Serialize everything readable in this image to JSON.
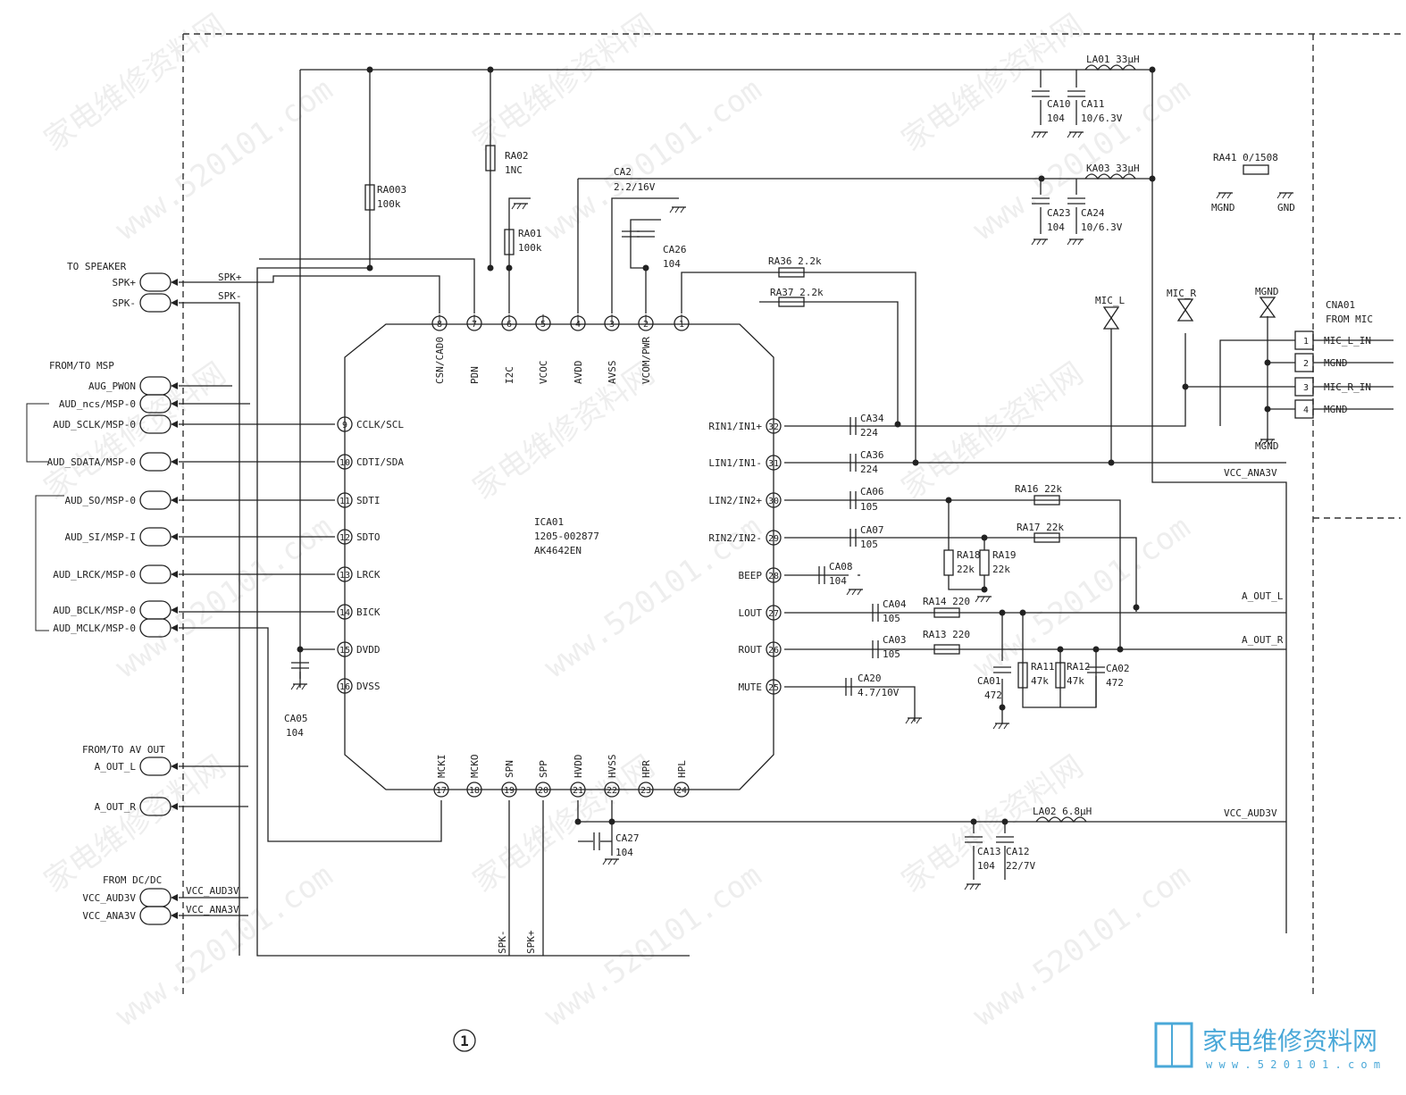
{
  "chip": {
    "ref": "ICA01",
    "part": "1205-002877",
    "name": "AK4642EN",
    "pins_top": [
      {
        "num": "8",
        "name": "CSN/CAD0"
      },
      {
        "num": "7",
        "name": "PDN"
      },
      {
        "num": "6",
        "name": "I2C"
      },
      {
        "num": "5",
        "name": "VCOC"
      },
      {
        "num": "4",
        "name": "AVDD"
      },
      {
        "num": "3",
        "name": "AVSS"
      },
      {
        "num": "2",
        "name": "VCOM/PWR"
      },
      {
        "num": "1",
        "name": ""
      }
    ],
    "pins_left": [
      {
        "num": "9",
        "name": "CCLK/SCL"
      },
      {
        "num": "10",
        "name": "CDTI/SDA"
      },
      {
        "num": "11",
        "name": "SDTI"
      },
      {
        "num": "12",
        "name": "SDTO"
      },
      {
        "num": "13",
        "name": "LRCK"
      },
      {
        "num": "14",
        "name": "BICK"
      },
      {
        "num": "15",
        "name": "DVDD"
      },
      {
        "num": "16",
        "name": "DVSS"
      }
    ],
    "pins_right": [
      {
        "num": "32",
        "name": "RIN1/IN1+"
      },
      {
        "num": "31",
        "name": "LIN1/IN1-"
      },
      {
        "num": "30",
        "name": "LIN2/IN2+"
      },
      {
        "num": "29",
        "name": "RIN2/IN2-"
      },
      {
        "num": "28",
        "name": "BEEP"
      },
      {
        "num": "27",
        "name": "LOUT"
      },
      {
        "num": "26",
        "name": "ROUT"
      },
      {
        "num": "25",
        "name": "MUTE"
      }
    ],
    "pins_bottom": [
      {
        "num": "17",
        "name": "MCKI"
      },
      {
        "num": "18",
        "name": "MCKO"
      },
      {
        "num": "19",
        "name": "SPN"
      },
      {
        "num": "20",
        "name": "SPP"
      },
      {
        "num": "21",
        "name": "HVDD"
      },
      {
        "num": "22",
        "name": "HVSS"
      },
      {
        "num": "23",
        "name": "HPR"
      },
      {
        "num": "24",
        "name": "HPL"
      }
    ]
  },
  "connectors_left": {
    "speaker_header": "TO SPEAKER",
    "speaker": [
      "SPK+",
      "SPK-"
    ],
    "msp_header": "FROM/TO MSP",
    "msp": [
      "AUG_PWON",
      "AUD_ncs/MSP-0",
      "AUD_SCLK/MSP-0",
      "AUD_SDATA/MSP-0",
      "AUD_SO/MSP-0",
      "AUD_SI/MSP-I",
      "AUD_LRCK/MSP-0",
      "AUD_BCLK/MSP-0",
      "AUD_MCLK/MSP-0"
    ],
    "av_header": "FROM/TO AV OUT",
    "av": [
      "A_OUT_L",
      "A_OUT_R"
    ],
    "dc_header": "FROM DC/DC",
    "dc": [
      "VCC_AUD3V",
      "VCC_ANA3V"
    ]
  },
  "net_labels": {
    "spk_plus": "SPK+",
    "spk_minus": "SPK-",
    "vcc_aud3v": "VCC_AUD3V",
    "vcc_ana3v": "VCC_ANA3V",
    "a_out_l": "A_OUT_L",
    "a_out_r": "A_OUT_R",
    "spk_minus_vert": "SPK-",
    "spk_plus_vert": "SPK+"
  },
  "components": {
    "ra003": [
      "RA003",
      "100k"
    ],
    "ra02": [
      "RA02",
      "1NC"
    ],
    "ra01": [
      "RA01",
      "100k"
    ],
    "ca2": [
      "CA2",
      "2.2/16V"
    ],
    "ca26": [
      "CA26",
      "104"
    ],
    "ra36": "RA36 2.2k",
    "ra37": "RA37 2.2k",
    "la01": "LA01 33μH",
    "ca10": [
      "CA10",
      "104"
    ],
    "ca11": [
      "CA11",
      "10/6.3V"
    ],
    "ka03": "KA03 33μH",
    "ca23": [
      "CA23",
      "104"
    ],
    "ca24": [
      "CA24",
      "10/6.3V"
    ],
    "ra41": "RA41 0/1508",
    "mgnd": "MGND",
    "gnd": "GND",
    "mic_l": "MIC_L",
    "mic_r": "MIC_R",
    "mgnd_top": "MGND",
    "mgnd_bot": "MGND",
    "ca34": [
      "CA34",
      "224"
    ],
    "ca36": [
      "CA36",
      "224"
    ],
    "ca06": [
      "CA06",
      "105"
    ],
    "ca07": [
      "CA07",
      "105"
    ],
    "ra16": "RA16 22k",
    "ra17": "RA17 22k",
    "ra18": [
      "RA18",
      "22k"
    ],
    "ra19": [
      "RA19",
      "22k"
    ],
    "ca08": [
      "CA08",
      "104"
    ],
    "ca04": [
      "CA04",
      "105"
    ],
    "ca03": [
      "CA03",
      "105"
    ],
    "ra14": "RA14 220",
    "ra13": "RA13 220",
    "ca01": [
      "CA01",
      "472"
    ],
    "ra11": [
      "RA11",
      "47k"
    ],
    "ra12": [
      "RA12",
      "47k"
    ],
    "ca02": [
      "CA02",
      "472"
    ],
    "ca20": [
      "CA20",
      "4.7/10V"
    ],
    "ca05": [
      "CA05",
      "104"
    ],
    "ca27": [
      "CA27",
      "104"
    ],
    "la02": "LA02 6.8μH",
    "ca13": [
      "CA13",
      "104"
    ],
    "ca12": [
      "CA12",
      "22/7V"
    ]
  },
  "cna01": {
    "title": [
      "CNA01",
      "FROM MIC"
    ],
    "pins": [
      {
        "num": "1",
        "name": "MIC_L_IN"
      },
      {
        "num": "2",
        "name": "MGND"
      },
      {
        "num": "3",
        "name": "MIC_R_IN"
      },
      {
        "num": "4",
        "name": "MGND"
      }
    ]
  },
  "page_mark": "1",
  "watermark": {
    "url": "www.520101.com",
    "cn": "家电维修资料网"
  },
  "logo": {
    "cn": "家电维修资料网",
    "url": "w w w . 5 2 0 1 0 1 . c o m"
  }
}
